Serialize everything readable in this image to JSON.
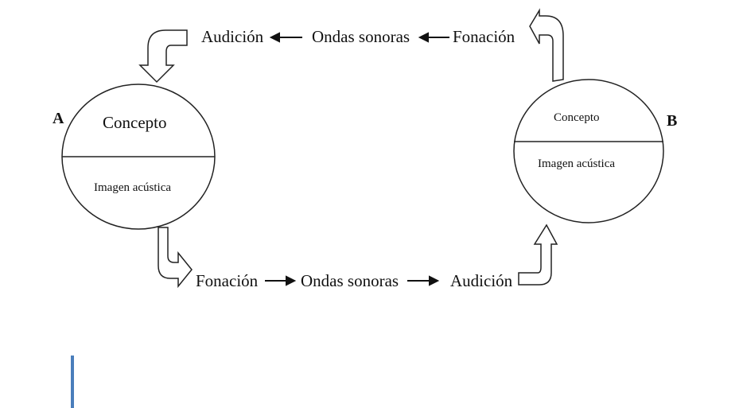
{
  "top_row": {
    "audicion": "Audición",
    "ondas": "Ondas sonoras",
    "fonacion": "Fonación"
  },
  "bottom_row": {
    "fonacion": "Fonación",
    "ondas": "Ondas sonoras",
    "audicion": "Audición"
  },
  "speaker_a": {
    "label": "A",
    "concept": "Concepto",
    "image": "Imagen acústica"
  },
  "speaker_b": {
    "label": "B",
    "concept": "Concepto",
    "image": "Imagen acústica"
  },
  "colors": {
    "cursor": "#4a7ebb",
    "ink": "#111111"
  }
}
